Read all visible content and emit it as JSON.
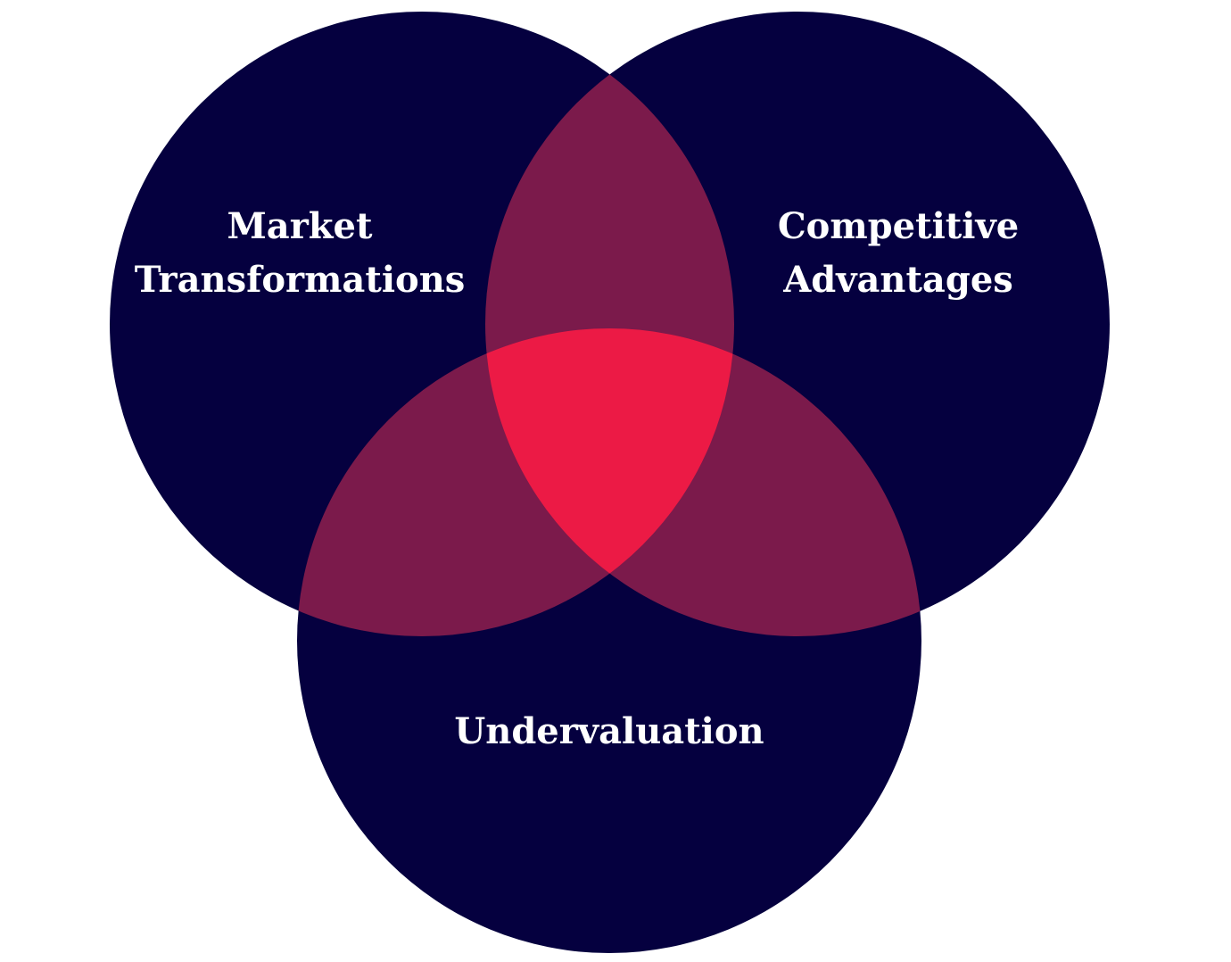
{
  "colors": {
    "circle": "#05003F",
    "pair_overlap": "#7B1A4B",
    "triple_overlap": "#EC1A45",
    "text": "#FFFFFF"
  },
  "circles": {
    "left": {
      "line1": "Market",
      "line2": "Transformations"
    },
    "right": {
      "line1": "Competitive",
      "line2": "Advantages"
    },
    "bottom": {
      "line1": "Undervaluation"
    }
  }
}
